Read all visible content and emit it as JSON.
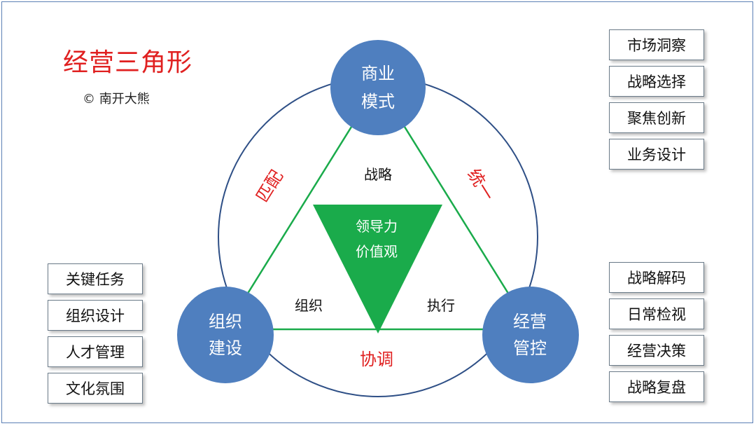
{
  "title": "经营三角形",
  "copyright": "© 南开大熊",
  "nodes": {
    "top": [
      "商业",
      "模式"
    ],
    "left": [
      "组织",
      "建设"
    ],
    "right": [
      "经营",
      "管控"
    ]
  },
  "edges": {
    "top": "战略",
    "left": "组织",
    "right": "执行"
  },
  "relations": {
    "left": "匹配",
    "right": "统一",
    "bottom": "协调"
  },
  "core": [
    "领导力",
    "价值观"
  ],
  "right_top_list": [
    "市场洞察",
    "战略选择",
    "聚焦创新",
    "业务设计"
  ],
  "right_bottom_list": [
    "战略解码",
    "日常检视",
    "经营决策",
    "战略复盘"
  ],
  "left_bottom_list": [
    "关键任务",
    "组织设计",
    "人才管理",
    "文化氛围"
  ],
  "colors": {
    "node": "#4f7fbf",
    "core": "#1aab4b",
    "accent": "#e02020",
    "triangle_line": "#1aab4b",
    "circle_line": "#2e4f86"
  }
}
